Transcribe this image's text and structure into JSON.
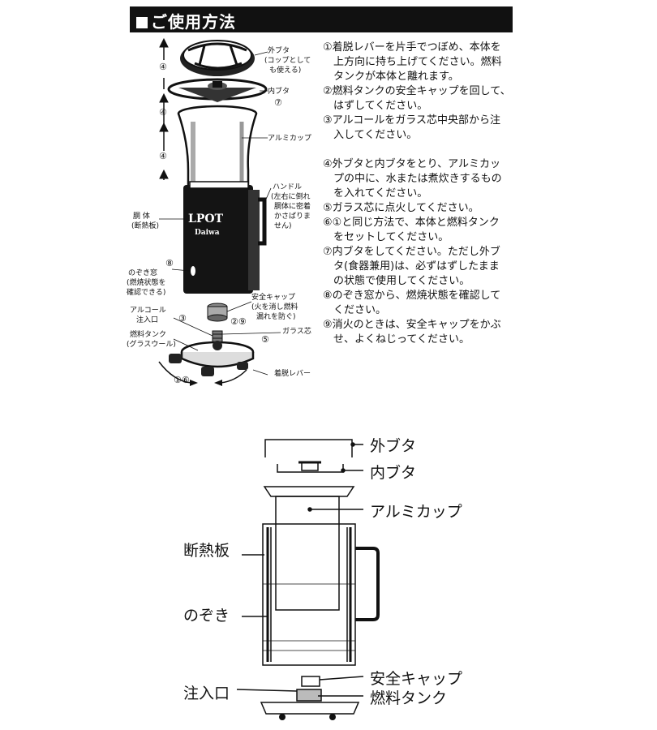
{
  "header": {
    "title": "ご使用方法"
  },
  "figure1": {
    "brand_logo": "LPOT",
    "brand_sub": "Daiwa",
    "labels": {
      "outer_lid": "外ブタ",
      "outer_lid_note1": "(コップとして",
      "outer_lid_note2": "も使える)",
      "inner_lid": "内ブタ",
      "inner_lid_num": "⑦",
      "aluminum_cup": "アルミカップ",
      "handle": "ハンドル",
      "handle_note1": "(左右に倒れ",
      "handle_note2": "胴体に密着",
      "handle_note3": "かさばりま",
      "handle_note4": "せん)",
      "body": "胴 体",
      "body_note": "(断熱板)",
      "window_num": "⑧",
      "window": "のぞき窓",
      "window_note1": "(燃焼状態を",
      "window_note2": "確認できる)",
      "safety_cap": "安全キャップ",
      "safety_cap_note1": "(火を消し燃料",
      "safety_cap_note2": "漏れを防ぐ)",
      "safety_cap_num": "②⑨",
      "alcohol_inlet": "アルコール",
      "alcohol_inlet2": "注入口",
      "alcohol_inlet_num": "③",
      "fuel_tank": "燃料タンク",
      "fuel_tank_note": "(グラスウール)",
      "glass_wick": "ガラス芯",
      "glass_wick_num": "⑤",
      "release_lever": "着脱レバー",
      "lever_num": "①⑥",
      "arrow_num_1": "④",
      "arrow_num_2": "④",
      "arrow_num_3": "④"
    }
  },
  "steps": [
    "①着脱レバーを片手でつぼめ、本体を",
    "　上方向に持ち上げてください。燃料",
    "　タンクが本体と離れます。",
    "②燃料タンクの安全キャップを回して、",
    "　はずしてください。",
    "③アルコールをガラス芯中央部から注",
    "　入してください。",
    "",
    "④外ブタと内ブタをとり、アルミカッ",
    "　プの中に、水または煮炊きするもの",
    "　を入れてください。",
    "⑤ガラス芯に点火してください。",
    "⑥①と同じ方法で、本体と燃料タンク",
    "　をセットしてください。",
    "⑦内ブタをしてください。ただし外ブ",
    "　タ(食器兼用)は、必ずはずしたまま",
    "　の状態で使用してください。",
    "⑧のぞき窓から、燃焼状態を確認して",
    "　ください。",
    "⑨消火のときは、安全キャップをかぶ",
    "　せ、よくねじってください。"
  ],
  "figure2": {
    "outer_lid": "外ブタ",
    "inner_lid": "内ブタ",
    "aluminum_cup": "アルミカップ",
    "insulation": "断熱板",
    "window": "のぞき",
    "inlet": "注入口",
    "safety_cap": "安全キャップ",
    "fuel_tank": "燃料タンク"
  }
}
